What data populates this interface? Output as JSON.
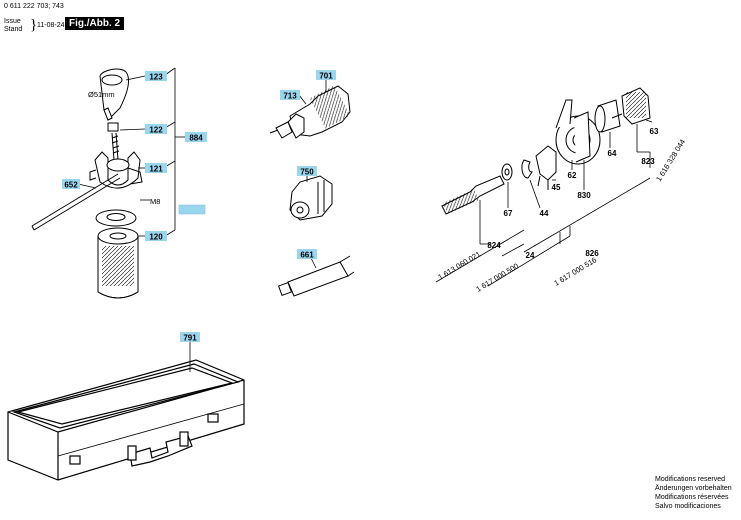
{
  "header": {
    "doc_number": "0 611 222 703; 743",
    "issue_label": "Issue",
    "stand_label": "Stand",
    "issue_date": "11-08-24",
    "figure_label": "Fig./Abb. 2"
  },
  "callouts": {
    "c123": "123",
    "c122": "122",
    "c121": "121",
    "c120": "120",
    "c884": "884",
    "c652": "652",
    "c701": "701",
    "c713": "713",
    "c750": "750",
    "c661": "661",
    "c791": "791",
    "c67": "67",
    "c824": "824",
    "c44": "44",
    "c45": "45",
    "c62": "62",
    "c830": "830",
    "c64": "64",
    "c823": "823",
    "c63": "63",
    "c826": "826",
    "c24": "24"
  },
  "captions": {
    "d51": "Ø51mm",
    "m8": "M8",
    "pn_824": "1 613 060 021",
    "pn_44": "1 617 000 500",
    "pn_826": "1 617 000 516",
    "pn_823": "1 616 328 044"
  },
  "modifications": [
    "Modifications reserved",
    "Änderungen vorbehalten",
    "Modifications réservées",
    "Salvo modificaciones"
  ]
}
